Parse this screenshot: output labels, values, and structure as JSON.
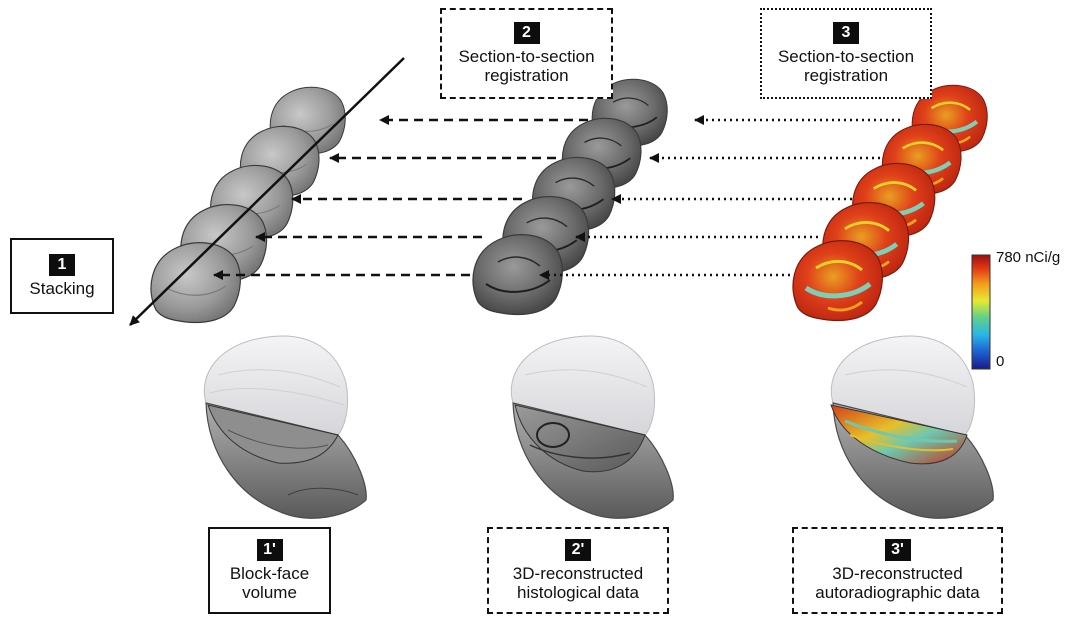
{
  "steps": {
    "s1": {
      "badge": "1",
      "line1": "Stacking",
      "line2": ""
    },
    "s2": {
      "badge": "2",
      "line1": "Section-to-section",
      "line2": "registration"
    },
    "s3": {
      "badge": "3",
      "line1": "Section-to-section",
      "line2": "registration"
    },
    "s1p": {
      "badge": "1'",
      "line1": "Block-face",
      "line2": "volume"
    },
    "s2p": {
      "badge": "2'",
      "line1": "3D-reconstructed",
      "line2": "histological data"
    },
    "s3p": {
      "badge": "3'",
      "line1": "3D-reconstructed",
      "line2": "autoradiographic data"
    }
  },
  "colorbar": {
    "max_label": "780 nCi/g",
    "min_label": "0",
    "colors": [
      "#1a1a8c",
      "#1f5fd0",
      "#29b6e8",
      "#5fd08a",
      "#e8e830",
      "#f39a1d",
      "#e23a14",
      "#9c0f0f"
    ]
  },
  "colors": {
    "blockface": "#9a9a9a",
    "histology": "#6f6f6f",
    "autoradiography_hot": "#e0401a",
    "autoradiography_cool": "#7ecfb8",
    "volume_cap": "#e6e6e8",
    "volume_body": "#8a8a8a"
  }
}
